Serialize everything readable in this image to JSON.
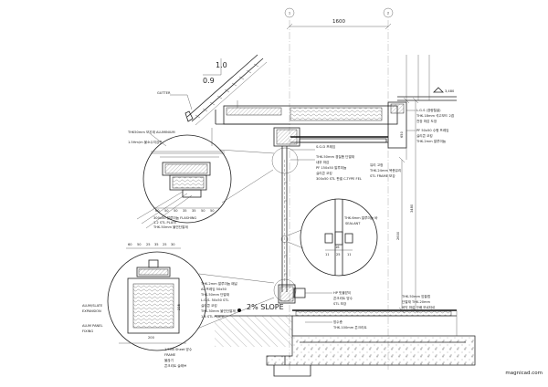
{
  "grid": {
    "col1": "1",
    "col2": "2",
    "span": "1600"
  },
  "roof": {
    "slope_run": "1.0",
    "slope_rise": "0.9",
    "gutter_label": "GUTTER"
  },
  "level_marker": "3,480",
  "dimensions": {
    "d_650": "650",
    "d_3480": "3480",
    "d_2600": "2600",
    "d_upper_callout": [
      "60",
      "50",
      "50",
      "35",
      "35",
      "50",
      "50"
    ],
    "d_lower_callout_top": [
      "60",
      "50",
      "25",
      "35",
      "25",
      "30"
    ],
    "d_mid_callout": [
      "11",
      "25",
      "11"
    ],
    "d_mid_callout_2": "16",
    "d_235": "235",
    "d_200": "200",
    "slope_note": "2% SLOPE",
    "caption_right": "magnicad.com"
  },
  "notes": {
    "upper_left": [
      "THK50mm 보온재 ALUMINIUM",
      "1.5Hm/m 불소수지강판"
    ],
    "upper_callout_bottom": [
      "300x50 알루미늄 FLASHING",
      "1.2 STL PLATE",
      "THK.50mm 불연단열재"
    ],
    "upper_right": [
      "S.G.D 프레임",
      "THK.50mm 경질폼 단열재",
      "내부 마감",
      "PF 150x50 알루미늄",
      "실리콘 코킹",
      "300x50 STL 판넬 C-TYPE FEL"
    ],
    "right_top": [
      "L.G.S (경량철골)",
      "THK.18mm 석고보드 2겹",
      "천장 마감 도장",
      "PF 50x50 수평 프레임",
      "실리콘 코킹",
      "THK.2mm 알루미늄"
    ],
    "mid_right": [
      "유리 고정",
      "THK.24mm 복층유리",
      "STL FRAME 보강"
    ],
    "mid_callout": [
      "THK.6mm 알루미늄 바",
      "SEALANT"
    ],
    "lower_callout_left": [
      "ALUM/SLATE",
      "EXPANSION",
      "ALUM PANEL"
    ],
    "lower_callout_right": [
      "THK.2mm 알루미늄 패널",
      "AL 프레임 50x50",
      "THK.50mm 단열재",
      "L.G.S. 50x50 STL",
      "실리콘 코킹",
      "THK.30mm 불연단열재",
      "1.6 STL PLATE"
    ],
    "lower_callout_bottom": [
      "1.5HB Sheet 방수",
      "FRAME",
      "물끊기",
      "콘크리트 슬래브"
    ],
    "lower_right": [
      "HP 빗물받이",
      "콘크리트 방수",
      "STL 보강",
      "THK.50mm 압출법",
      "단열재 THK.20mm",
      "바닥 마감 구배 모르타르",
      "방수층",
      "THK.100mm 콘크리트"
    ],
    "lower_left": [
      "ALUM/SLATE",
      "EXPANSION",
      "ALUM PANEL",
      "FIXING"
    ]
  },
  "colors": {
    "ink": "#222222",
    "paper": "#ffffff"
  }
}
